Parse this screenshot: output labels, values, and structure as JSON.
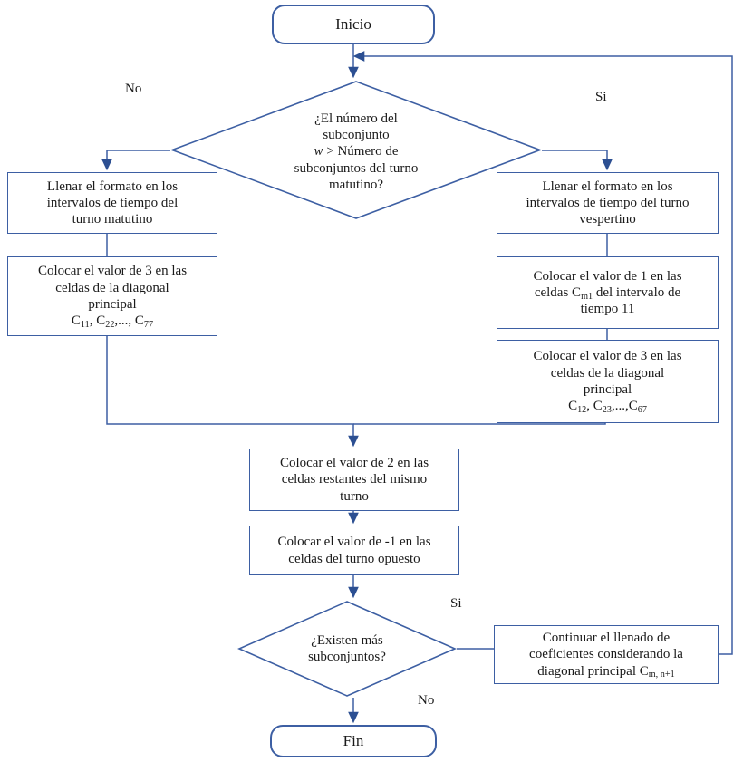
{
  "diagram": {
    "type": "flowchart",
    "language": "es",
    "accent_color": "#3d5fa3",
    "text_color": "#1a1a1a",
    "background": "#ffffff"
  },
  "nodes": {
    "inicio": {
      "shape": "terminator",
      "label": "Inicio"
    },
    "fin": {
      "shape": "terminator",
      "label": "Fin"
    },
    "decision_numero": {
      "shape": "decision",
      "line1": "¿El número del",
      "line2": "subconjunto",
      "line3_pre": "w",
      "line3_post": " > Número de",
      "line4": "subconjuntos del turno",
      "line5": "matutino?"
    },
    "llenar_matutino": {
      "shape": "process",
      "line1": "Llenar el formato en los",
      "line2": "intervalos de tiempo del",
      "line3": "turno matutino"
    },
    "llenar_vespertino": {
      "shape": "process",
      "line1": "Llenar el formato en los",
      "line2": "intervalos de tiempo del turno",
      "line3": "vespertino"
    },
    "valor3_matutino": {
      "shape": "process",
      "line1": "Colocar el valor de 3 en las",
      "line2": "celdas de la diagonal",
      "line3": "principal",
      "cells": "C11, C22,..., C77"
    },
    "valor1_vespertino": {
      "shape": "process",
      "line1": "Colocar el valor de 1 en las",
      "line2_pre": "celdas C",
      "line2_sub": "m1",
      "line2_post": " del intervalo de",
      "line3": "tiempo 11"
    },
    "valor3_vespertino": {
      "shape": "process",
      "line1": "Colocar el valor de 3 en las",
      "line2": "celdas de la diagonal",
      "line3": "principal",
      "cells": "C12, C23,...,C67"
    },
    "valor2_mismo_turno": {
      "shape": "process",
      "line1": "Colocar el valor de 2 en las",
      "line2": "celdas restantes del mismo",
      "line3": "turno"
    },
    "valor_menos1_opuesto": {
      "shape": "process",
      "line1": "Colocar el valor de -1 en las",
      "line2": "celdas del turno opuesto"
    },
    "decision_subconjuntos": {
      "shape": "decision",
      "line1": "¿Existen más",
      "line2": "subconjuntos?"
    },
    "continuar_llenado": {
      "shape": "process",
      "line1": "Continuar el llenado de",
      "line2": "coeficientes considerando la",
      "line3_pre": "diagonal principal C",
      "line3_sub": "m, n+1"
    }
  },
  "branch_labels": {
    "decision1_no": "No",
    "decision1_si": "Si",
    "decision2_si": "Si",
    "decision2_no": "No"
  },
  "edges": [
    {
      "from": "inicio",
      "to": "decision_numero",
      "label": ""
    },
    {
      "from": "decision_numero",
      "to": "llenar_matutino",
      "label": "No"
    },
    {
      "from": "decision_numero",
      "to": "llenar_vespertino",
      "label": "Si"
    },
    {
      "from": "llenar_matutino",
      "to": "valor3_matutino",
      "label": ""
    },
    {
      "from": "llenar_vespertino",
      "to": "valor1_vespertino",
      "label": ""
    },
    {
      "from": "valor1_vespertino",
      "to": "valor3_vespertino",
      "label": ""
    },
    {
      "from": "valor3_matutino",
      "to": "valor2_mismo_turno",
      "label": ""
    },
    {
      "from": "valor3_vespertino",
      "to": "valor2_mismo_turno",
      "label": ""
    },
    {
      "from": "valor2_mismo_turno",
      "to": "valor_menos1_opuesto",
      "label": ""
    },
    {
      "from": "valor_menos1_opuesto",
      "to": "decision_subconjuntos",
      "label": ""
    },
    {
      "from": "decision_subconjuntos",
      "to": "continuar_llenado",
      "label": "Si"
    },
    {
      "from": "decision_subconjuntos",
      "to": "fin",
      "label": "No"
    },
    {
      "from": "continuar_llenado",
      "to": "decision_numero",
      "label": ""
    }
  ]
}
